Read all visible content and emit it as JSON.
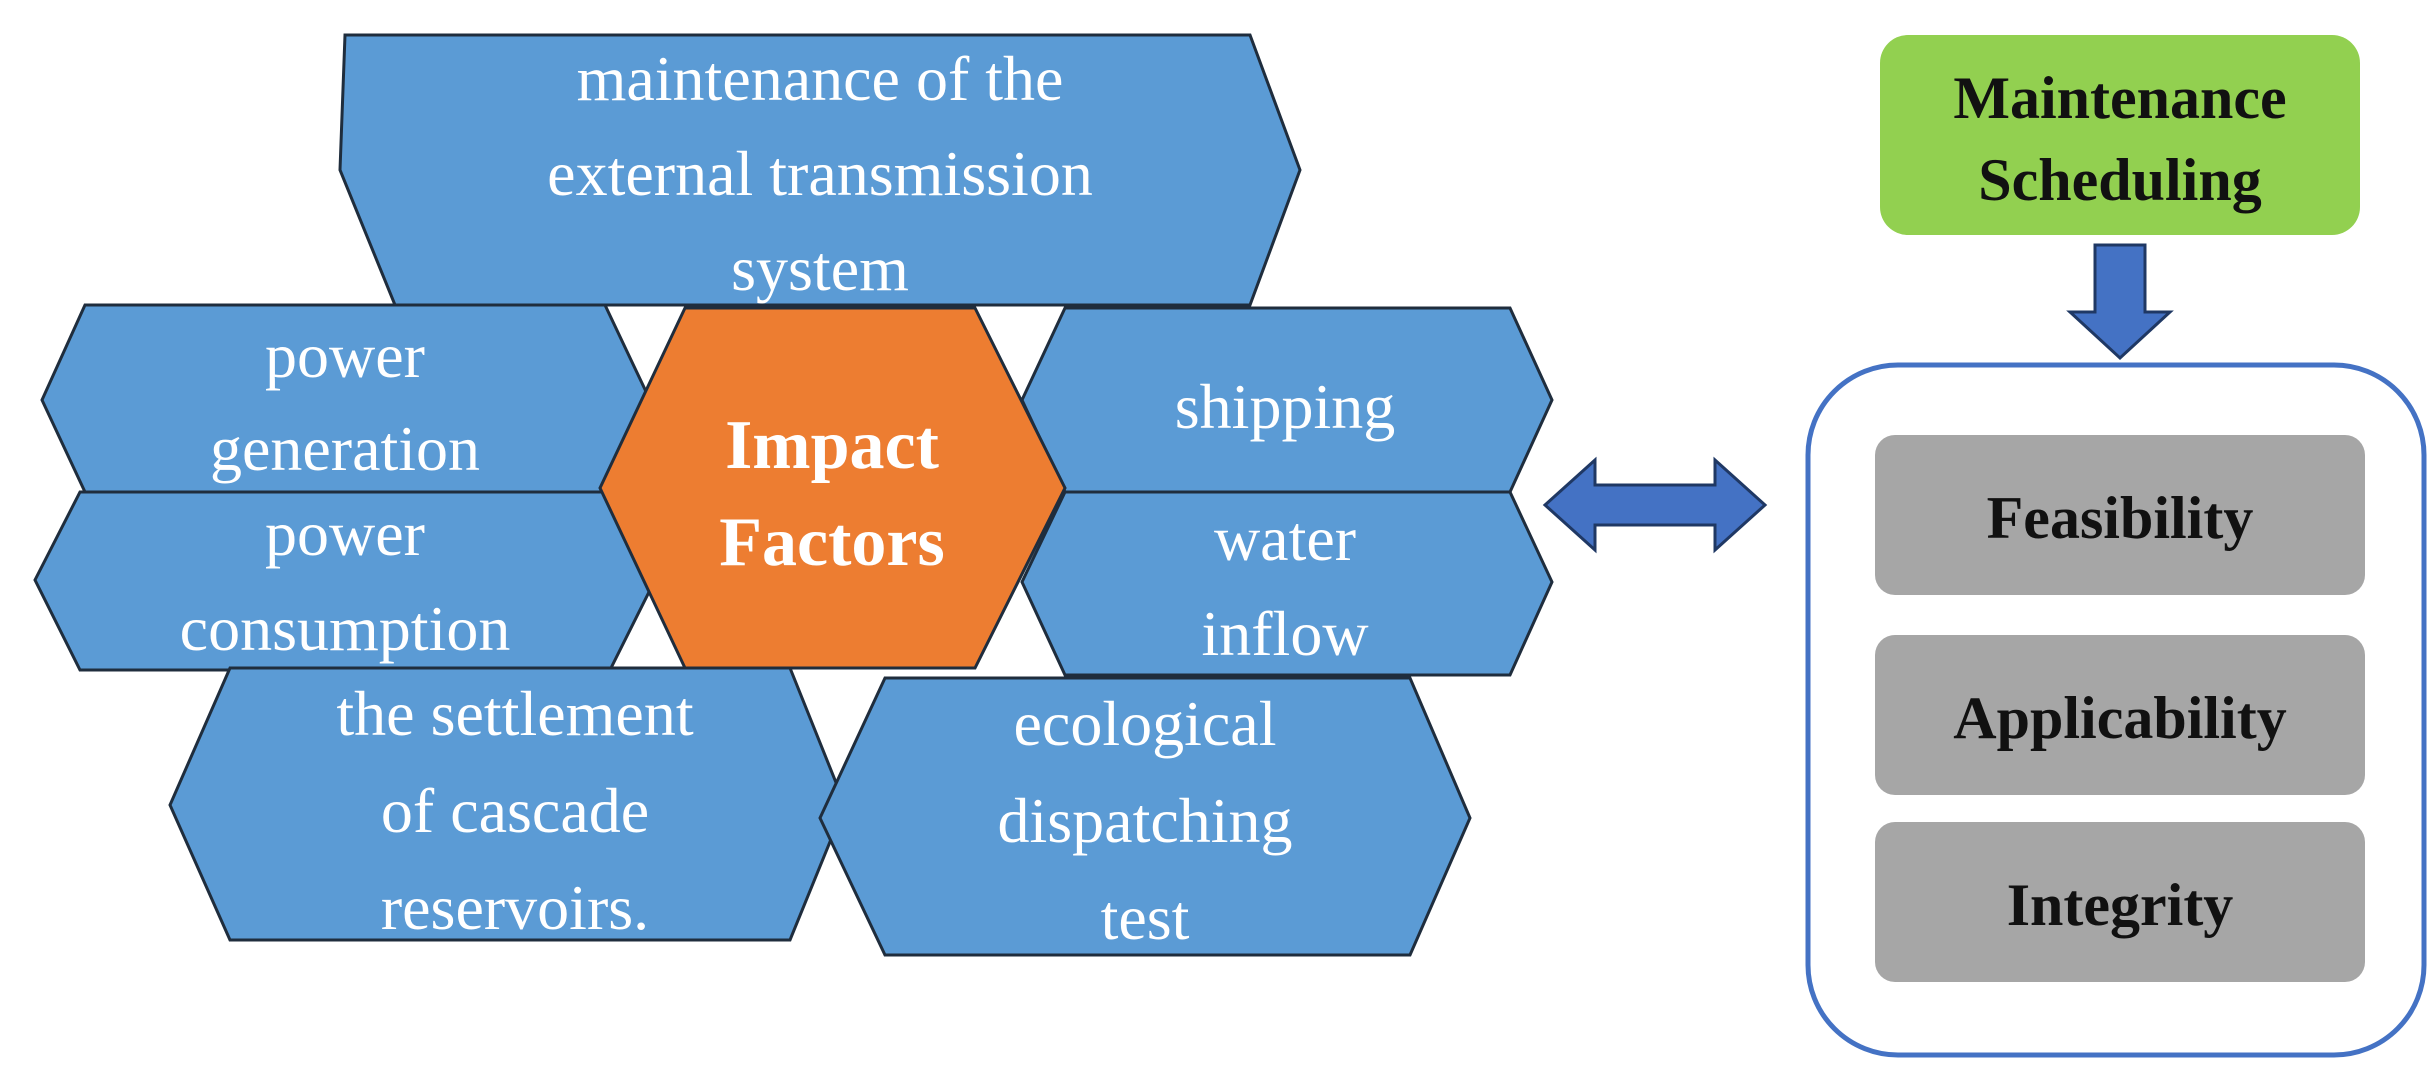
{
  "colors": {
    "hex_fill": "#5b9bd5",
    "hex_stroke": "#1f2d3d",
    "center_fill": "#ed7d31",
    "scheduling_fill": "#92d050",
    "criteria_fill": "#a6a6a6",
    "arrow_fill": "#4472c4",
    "panel_stroke": "#4472c4"
  },
  "center": {
    "lines": [
      "Impact",
      "Factors"
    ]
  },
  "factors": {
    "transmission": [
      "maintenance of the",
      "external transmission",
      "system"
    ],
    "power_generation": [
      "power",
      "generation"
    ],
    "power_consumption": [
      "power",
      "consumption"
    ],
    "shipping": [
      "shipping"
    ],
    "water_inflow": [
      "water",
      "inflow"
    ],
    "settlement": [
      "the settlement",
      "of cascade",
      "reservoirs."
    ],
    "ecological": [
      "ecological",
      "dispatching",
      "test"
    ]
  },
  "scheduling": {
    "lines": [
      "Maintenance",
      "Scheduling"
    ]
  },
  "criteria": [
    "Feasibility",
    "Applicability",
    "Integrity"
  ]
}
